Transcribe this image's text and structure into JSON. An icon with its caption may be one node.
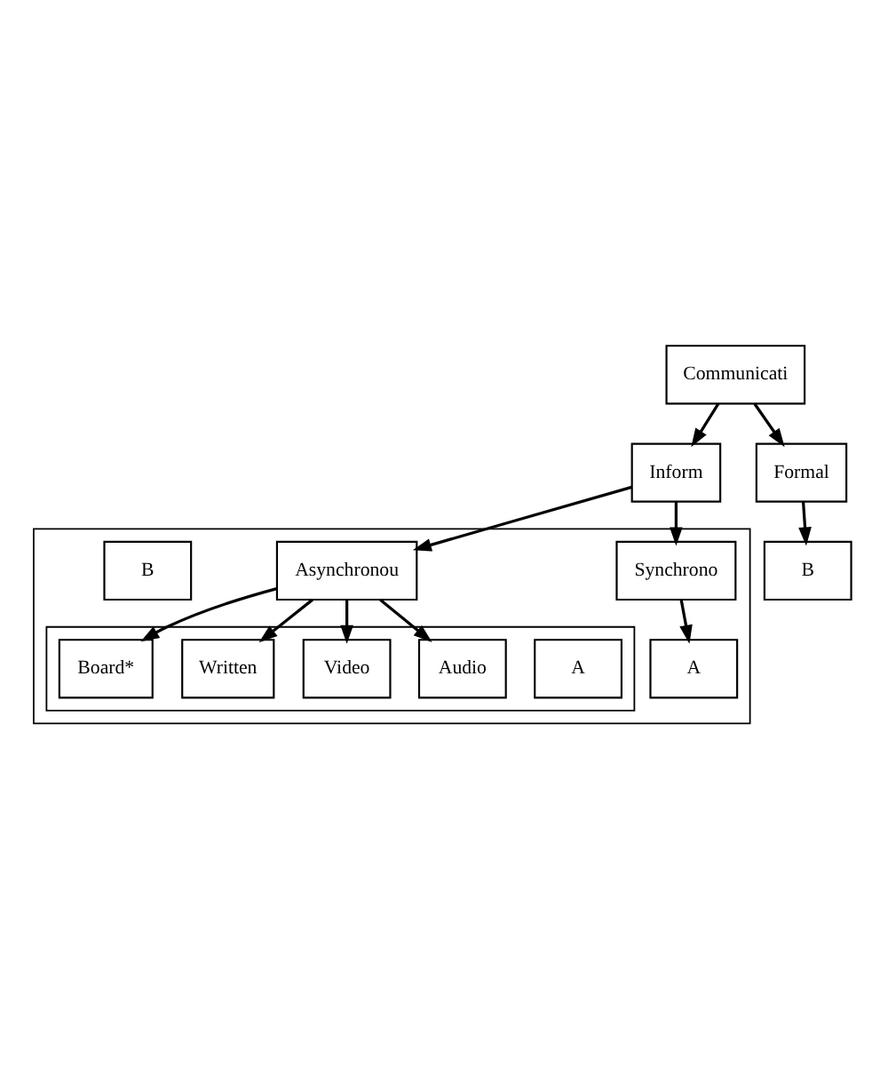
{
  "diagram": {
    "nodes": [
      {
        "text": [
          "Communicati"
        ]
      },
      {
        "text": [
          "Inform"
        ]
      },
      {
        "text": [
          "Formal"
        ]
      },
      {
        "text": [
          "B"
        ]
      },
      {
        "text": [],
        "shape": "box"
      },
      {
        "text": [
          "Synchrono"
        ],
        "in": 4
      },
      {
        "text": [
          "Asynchronou"
        ],
        "in": 4
      },
      {
        "text": [
          "B"
        ],
        "in": 4
      },
      {
        "text": [
          "A"
        ],
        "in": 4
      },
      {
        "text": [],
        "shape": "box",
        "in": 4
      },
      {
        "text": [
          "A"
        ],
        "in": 9
      },
      {
        "text": [
          "Audio"
        ],
        "in": 9
      },
      {
        "text": [
          "Video"
        ],
        "in": 9
      },
      {
        "text": [
          "Written"
        ],
        "in": 9
      },
      {
        "text": [
          "Board*"
        ],
        "in": 9
      }
    ],
    "edges": [
      {
        "from": 0,
        "to": 1,
        "arrow": "to"
      },
      {
        "from": 0,
        "to": 2,
        "arrow": "to"
      },
      {
        "from": 2,
        "to": 3,
        "arrow": "to"
      },
      {
        "from": 1,
        "to": 5,
        "arrow": "to"
      },
      {
        "from": 1,
        "to": 6,
        "arrow": "to"
      },
      {
        "from": 5,
        "to": 8,
        "arrow": "to"
      },
      {
        "from": 6,
        "to": 11,
        "arrow": "to"
      },
      {
        "from": 6,
        "to": 12,
        "arrow": "to"
      },
      {
        "from": 6,
        "to": 13,
        "arrow": "to"
      },
      {
        "from": 6,
        "to": 14,
        "arrow": "to"
      }
    ]
  }
}
